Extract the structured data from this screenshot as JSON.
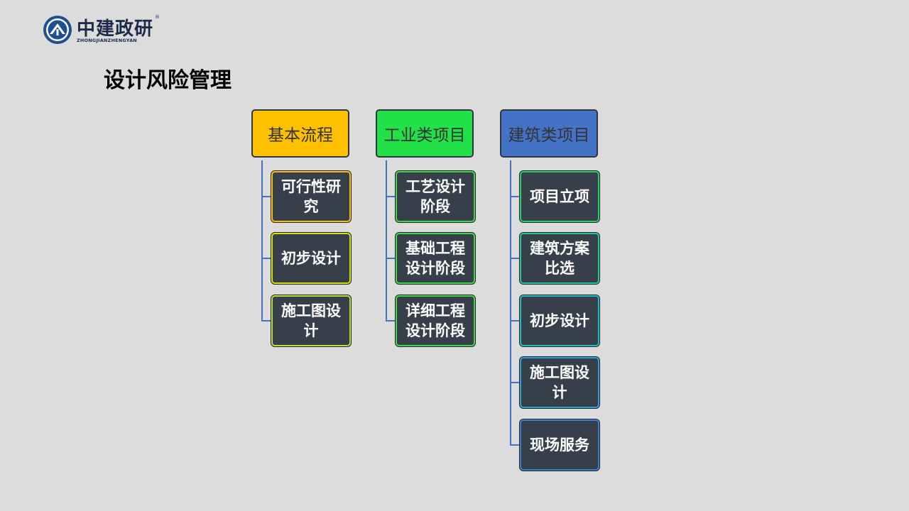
{
  "logo": {
    "name": "中建政研",
    "pinyin": "ZHONGJIANZHENGYAN",
    "reg_mark": "®"
  },
  "title": "设计风险管理",
  "columns": [
    {
      "label": "基本流程",
      "color": "#ffc000",
      "items": [
        "可行性研究",
        "初步设计",
        "施工图设计"
      ],
      "item_borders": [
        "#ffc000",
        "#d4e600",
        "#b6e23a"
      ]
    },
    {
      "label": "工业类项目",
      "color": "#22e048",
      "items": [
        "工艺设计阶段",
        "基础工程设计阶段",
        "详细工程设计阶段"
      ],
      "item_borders": [
        "#3ed84a",
        "#3ed84a",
        "#3ed84a"
      ]
    },
    {
      "label": "建筑类项目",
      "color": "#4472c4",
      "items": [
        "项目立项",
        "建筑方案比选",
        "初步设计",
        "施工图设计",
        "现场服务"
      ],
      "item_borders": [
        "#22d36a",
        "#20c8a0",
        "#1ebfc2",
        "#2aa3d8",
        "#3a7ed0"
      ]
    }
  ]
}
